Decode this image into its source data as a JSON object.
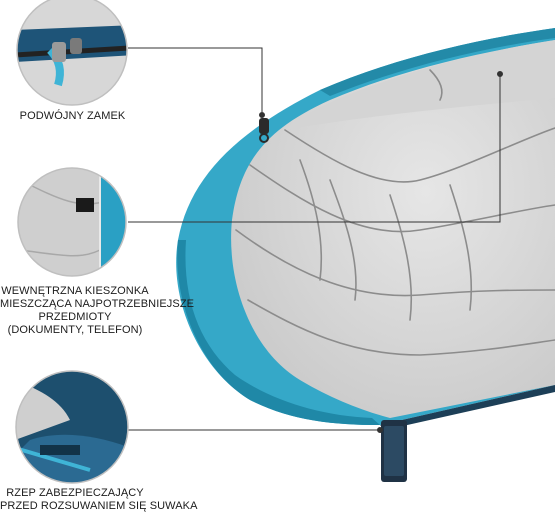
{
  "callouts": [
    {
      "name": "double-zipper",
      "lines": [
        "PODWÓJNY ZAMEK"
      ]
    },
    {
      "name": "inner-pocket",
      "lines": [
        "WEWNĘTRZNA KIESZONKA",
        "MIESZCZĄCA NAJPOTRZEBNIEJSZE",
        "PRZEDMIOTY",
        "(DOKUMENTY, TELEFON)"
      ]
    },
    {
      "name": "zipper-guard",
      "lines": [
        "RZEP ZABEZPIECZAJĄCY",
        "PRZED ROZSUWANIEM  SIĘ SUWAKA"
      ]
    }
  ],
  "colors": {
    "shell_blue": "#35a8c8",
    "shell_dark": "#1d4f6e",
    "lining_grey": "#d9d9d9",
    "stitch_grey": "#8c8c8c",
    "leader_line": "#333333"
  }
}
